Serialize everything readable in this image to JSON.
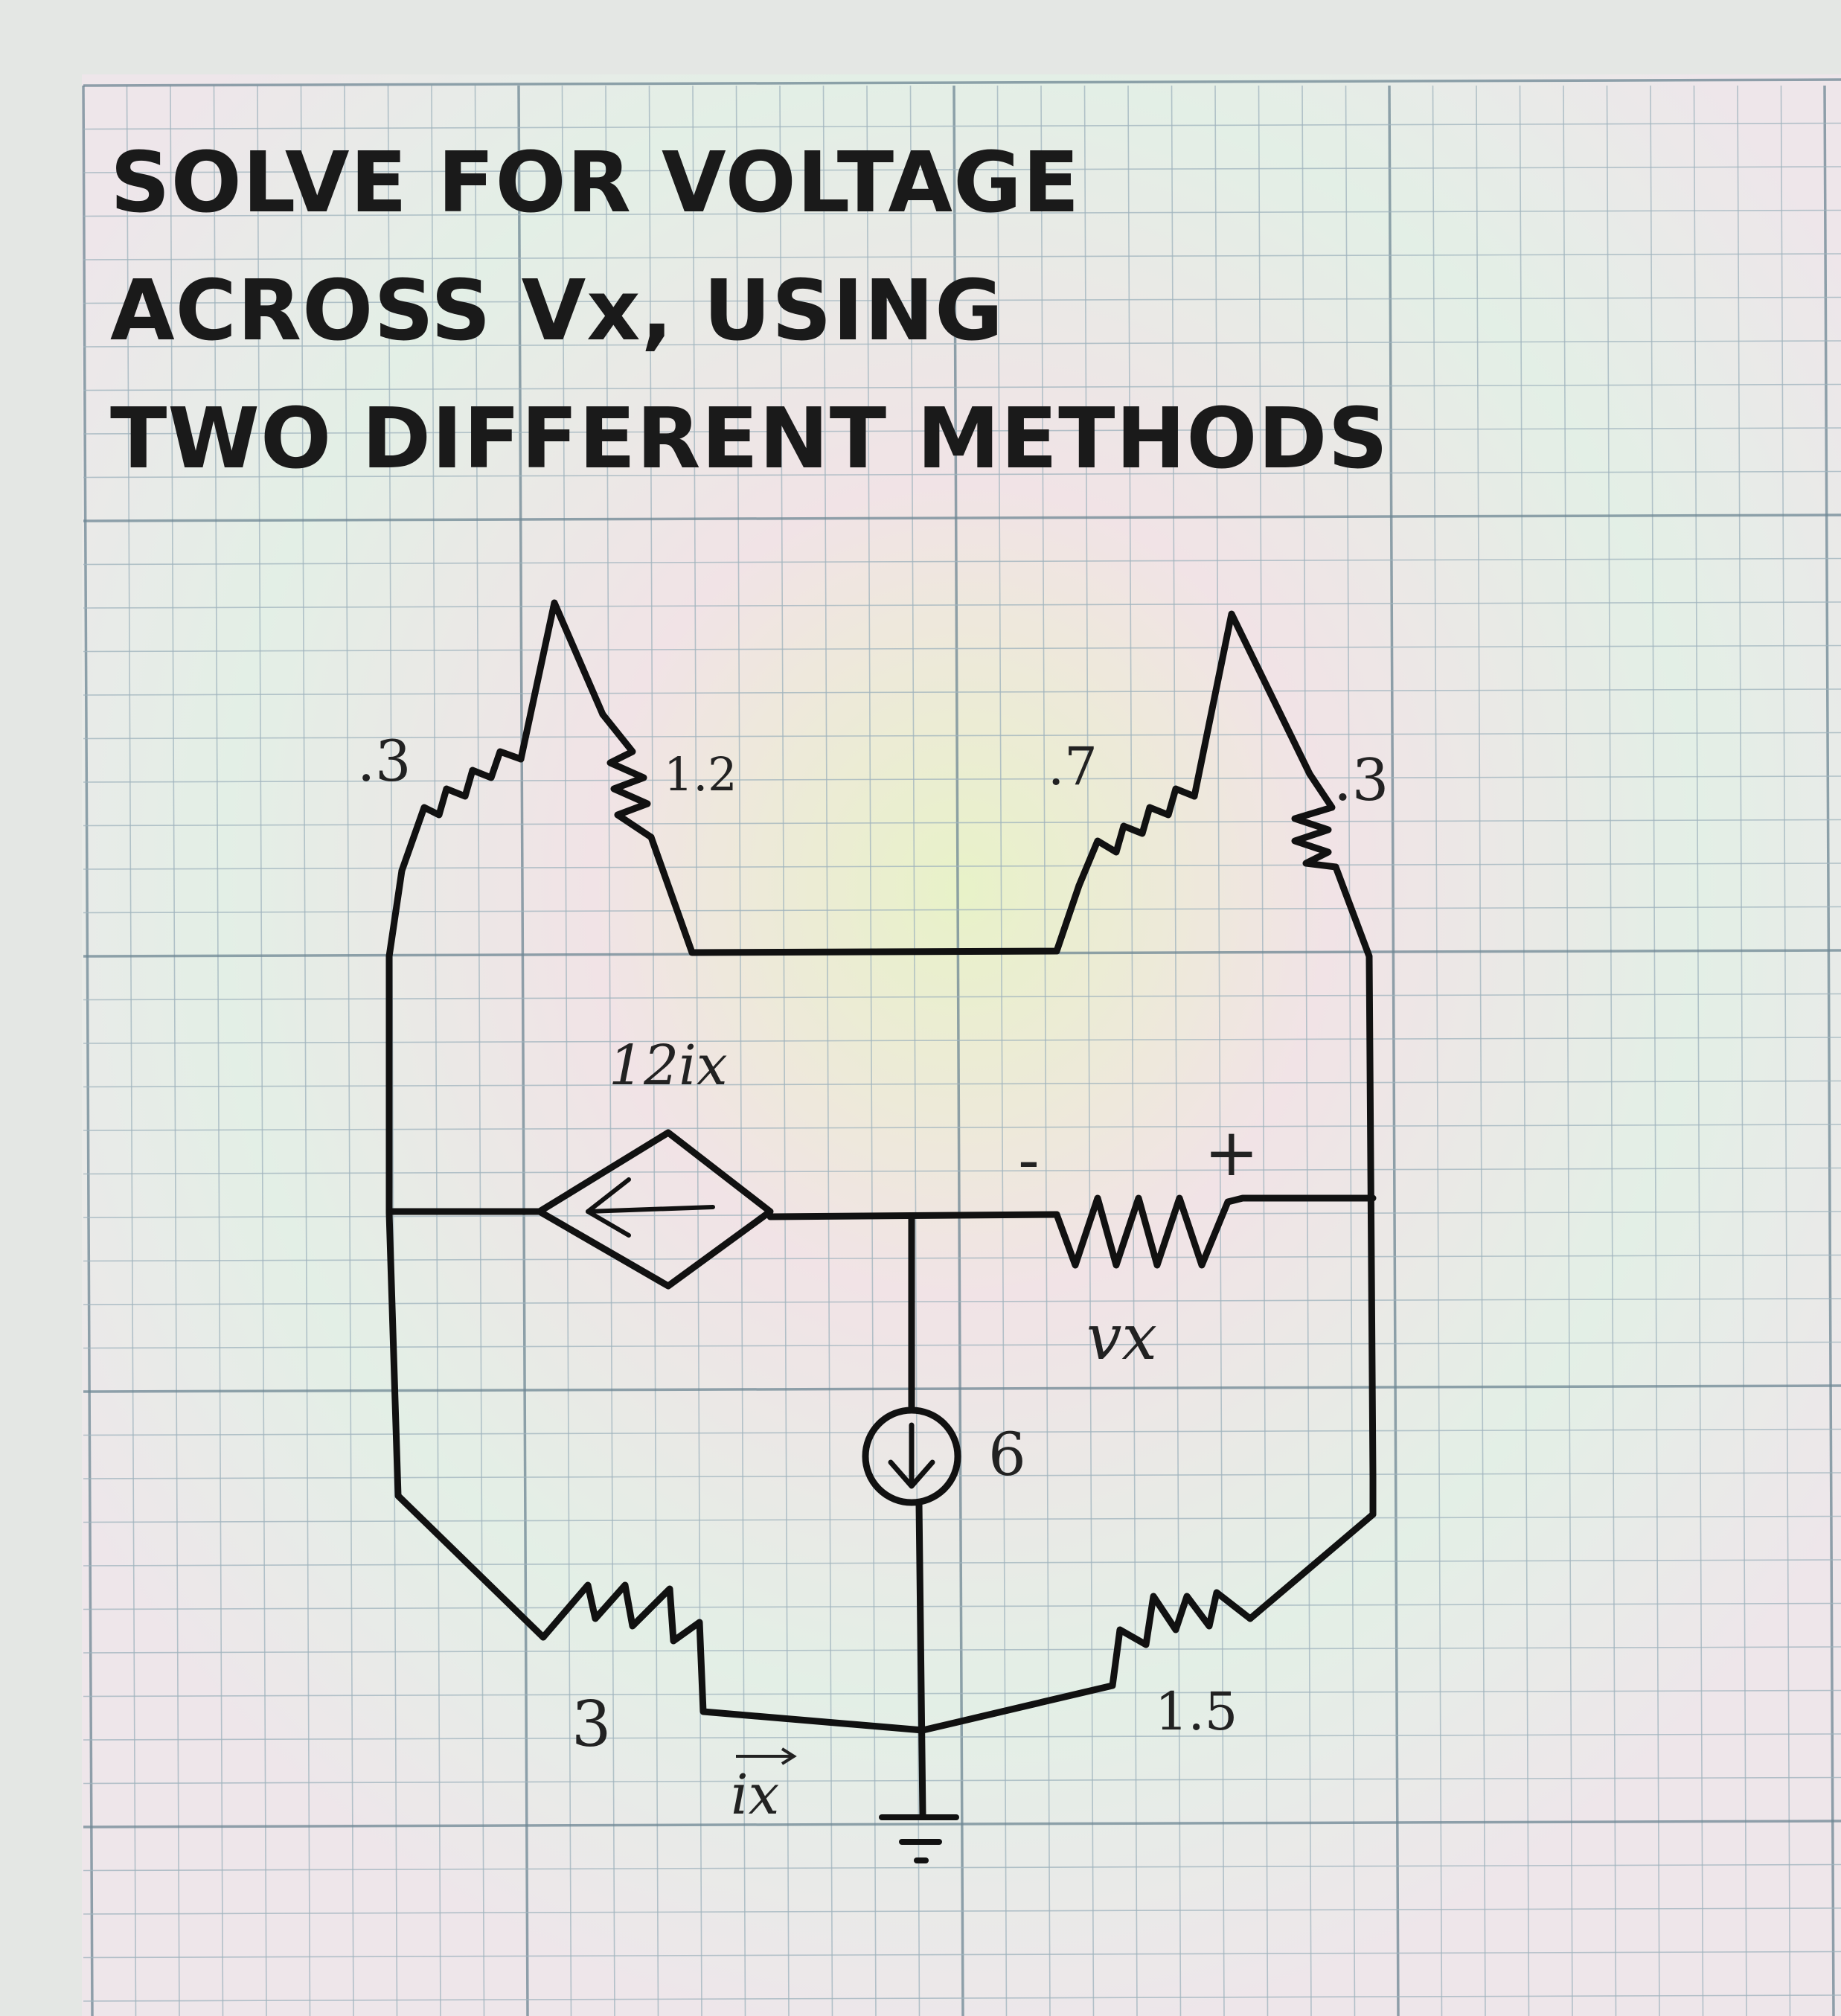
{
  "problem": {
    "line1": "SOLVE FOR VOLTAGE",
    "line2": "ACROSS Vx, USING",
    "line3": "TWO DIFFERENT METHODS"
  },
  "circuit": {
    "resistor_top_left_outer": ".3",
    "resistor_top_left_inner": "1.2",
    "resistor_top_right_inner": ".7",
    "resistor_top_right_outer": ".3",
    "dependent_source": "12ix",
    "vx_resistor_minus": "-",
    "vx_resistor_plus": "+",
    "vx_label": "vx",
    "current_source": "6",
    "resistor_bottom_left": "3",
    "resistor_bottom_right": "1.5",
    "current_label": "ix"
  },
  "colors": {
    "paper": "#e9ece8",
    "grid_minor": "#9fb3bd",
    "grid_major": "#6e8794",
    "wire": "#111111",
    "text": "#1a1a1a"
  }
}
